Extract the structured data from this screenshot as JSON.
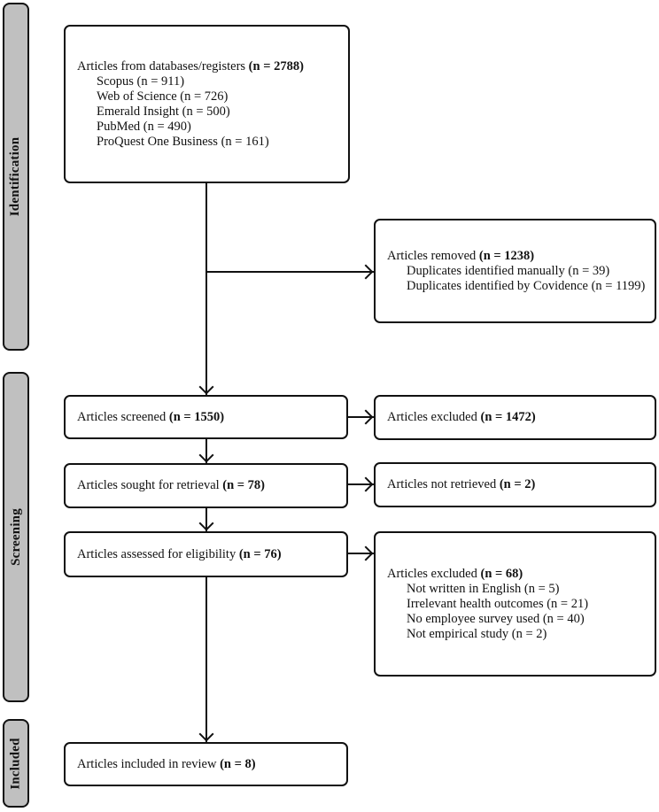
{
  "stages": [
    {
      "label": "Identification"
    },
    {
      "label": "Screening"
    },
    {
      "label": "Included"
    }
  ],
  "boxes": {
    "databases": {
      "text": "Articles from databases/registers ",
      "count": "(n = 2788)",
      "items": [
        "Scopus (n = 911)",
        "Web of Science (n = 726)",
        "Emerald Insight (n = 500)",
        "PubMed (n = 490)",
        "ProQuest One Business (n = 161)"
      ]
    },
    "removed": {
      "text": "Articles removed ",
      "count": "(n = 1238)",
      "items": [
        "Duplicates identified manually (n = 39)",
        "Duplicates identified by Covidence (n = 1199)"
      ]
    },
    "screened": {
      "text": "Articles screened ",
      "count": "(n = 1550)"
    },
    "excluded_screening": {
      "text": "Articles excluded ",
      "count": "(n = 1472)"
    },
    "sought": {
      "text": "Articles sought for retrieval ",
      "count": "(n = 78)"
    },
    "not_retrieved": {
      "text": "Articles not retrieved ",
      "count": "(n = 2)"
    },
    "assessed": {
      "text": "Articles assessed for eligibility ",
      "count": "(n = 76)"
    },
    "excluded_eligibility": {
      "text": "Articles excluded ",
      "count": "(n = 68)",
      "items": [
        "Not written in English (n = 5)",
        "Irrelevant health outcomes (n = 21)",
        "No employee survey used (n = 40)",
        "Not empirical study (n = 2)"
      ]
    },
    "included": {
      "text": "Articles included in review ",
      "count": "(n = 8)"
    }
  },
  "colors": {
    "stage_fill": "#c0c0c0",
    "line": "#111111",
    "box_fill": "#ffffff"
  }
}
